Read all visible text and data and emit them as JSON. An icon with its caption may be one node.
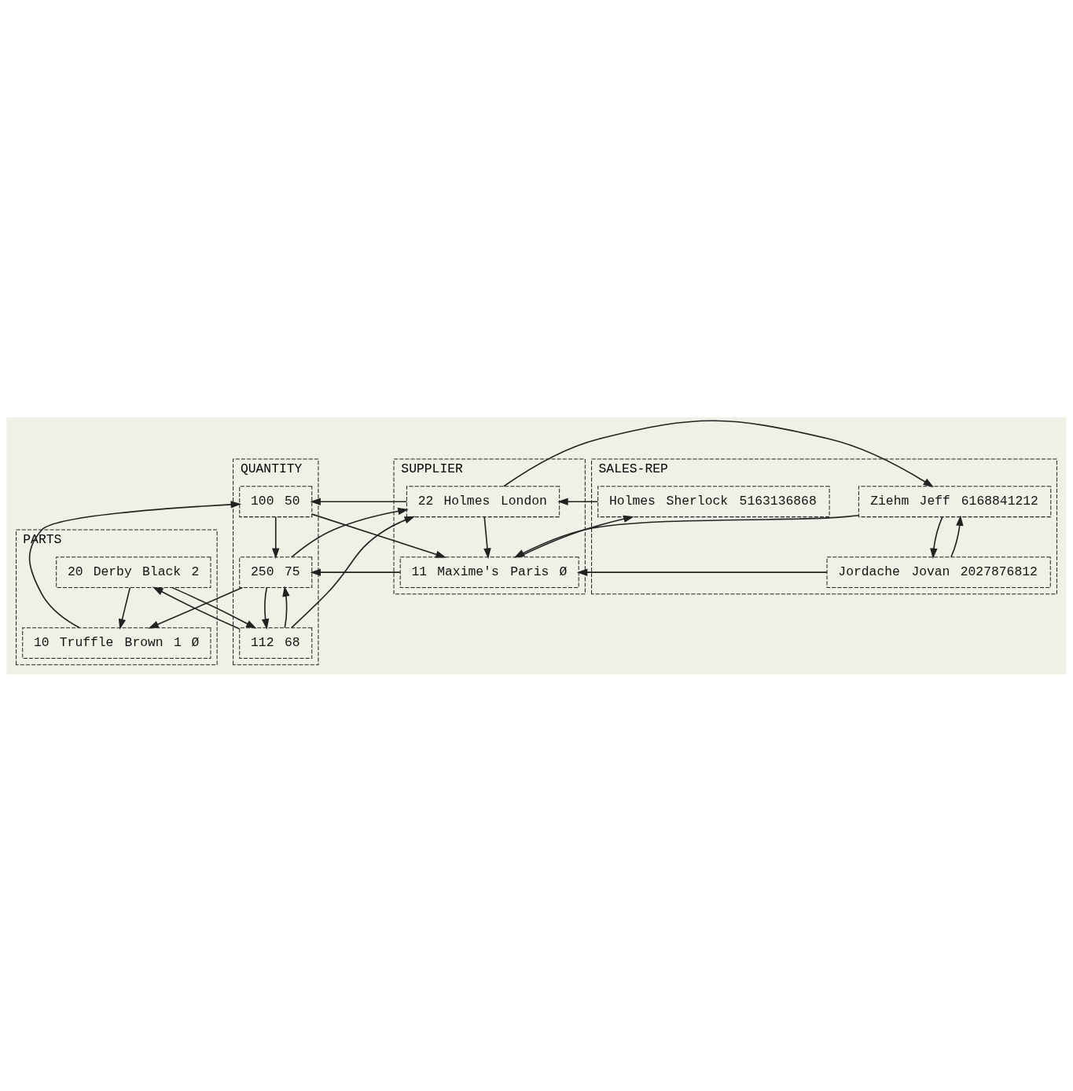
{
  "diagram": {
    "nodes": [
      {
        "text": [
          "SUPPLIER"
        ]
      },
      {
        "text": [
          "11",
          "Maxime's",
          "Paris",
          "Ø"
        ],
        "in": 0
      },
      {
        "text": [
          "22",
          "Holmes",
          "London"
        ],
        "in": 0
      },
      {
        "text": [
          "PARTS"
        ]
      },
      {
        "text": [
          "10",
          "Truffle",
          "Brown",
          "1",
          "Ø"
        ],
        "in": 3
      },
      {
        "text": [
          "20",
          "Derby",
          "Black",
          "2"
        ],
        "in": 3
      },
      {
        "text": [
          "QUANTITY"
        ]
      },
      {
        "text": [
          "100",
          "50"
        ],
        "in": 6
      },
      {
        "text": [
          "250",
          "75"
        ],
        "in": 6
      },
      {
        "text": [
          "112",
          "68"
        ],
        "in": 6
      },
      {
        "text": [
          "SALES-REP"
        ]
      },
      {
        "text": [
          "Ziehm",
          "Jeff",
          "6168841212"
        ],
        "in": 10
      },
      {
        "text": [
          "Jordache",
          "Jovan",
          "2027876812"
        ],
        "in": 10
      },
      {
        "text": [
          "Holmes",
          "Sherlock",
          "5163136868"
        ],
        "in": 10
      }
    ],
    "edges": [
      {
        "from": 1,
        "to": 8,
        "arrow": "to"
      },
      {
        "from": 2,
        "to": 7,
        "arrow": "to"
      },
      {
        "from": 2,
        "to": 1,
        "arrow": "to"
      },
      {
        "from": 1,
        "to": 13,
        "arrow": "to"
      },
      {
        "from": 2,
        "to": 11,
        "arrow": "to"
      },
      {
        "from": 13,
        "to": 2,
        "arrow": "to"
      },
      {
        "from": 12,
        "to": 1,
        "arrow": "to"
      },
      {
        "from": 11,
        "to": 1,
        "arrow": "to"
      },
      {
        "from": 7,
        "to": 1,
        "arrow": "to"
      },
      {
        "from": 9,
        "to": 2,
        "arrow": "to"
      },
      {
        "from": 8,
        "to": 2,
        "arrow": "to"
      },
      {
        "from": 8,
        "to": 4,
        "arrow": "to"
      },
      {
        "from": 4,
        "to": 7,
        "arrow": "to"
      },
      {
        "from": 5,
        "to": 9,
        "arrow": "to"
      },
      {
        "from": 5,
        "to": 4,
        "arrow": "to"
      },
      {
        "from": 9,
        "to": 5,
        "arrow": "to"
      },
      {
        "from": 7,
        "to": 8,
        "arrow": "to"
      },
      {
        "from": 8,
        "to": 9,
        "arrow": "to"
      },
      {
        "from": 9,
        "to": 8,
        "arrow": "to"
      },
      {
        "from": 11,
        "to": 12,
        "arrow": "to"
      },
      {
        "from": 12,
        "to": 11,
        "arrow": "to"
      }
    ]
  }
}
